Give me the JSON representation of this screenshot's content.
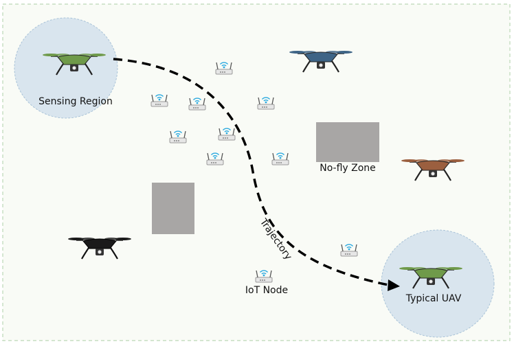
{
  "labels": {
    "sensing_region": "Sensing Region",
    "no_fly_zone": "No-fly Zone",
    "trajectory": "Trajectory",
    "iot_node": "IoT Node",
    "typical_uav": "Typical UAV"
  },
  "colors": {
    "background": "#f9fbf6",
    "frame_border": "#bcd8b6",
    "sensing_region_fill": "#d9e5ee",
    "sensing_region_stroke": "#a9c3d8",
    "no_fly_zone": "#a8a6a5",
    "trajectory": "#000000",
    "drone_green": "#6f9a4a",
    "drone_blue": "#3e6486",
    "drone_brown": "#9b5f3f",
    "drone_black": "#1a1a1a",
    "router_body": "#e6e6e6",
    "wifi_signal": "#2aa9df"
  },
  "drones": [
    {
      "name": "drone-green-top-left",
      "color": "drone_green"
    },
    {
      "name": "drone-blue-top-right",
      "color": "drone_blue"
    },
    {
      "name": "drone-brown-right",
      "color": "drone_brown"
    },
    {
      "name": "drone-black-bottom-left",
      "color": "drone_black"
    },
    {
      "name": "drone-green-typical-uav",
      "color": "drone_green"
    }
  ]
}
